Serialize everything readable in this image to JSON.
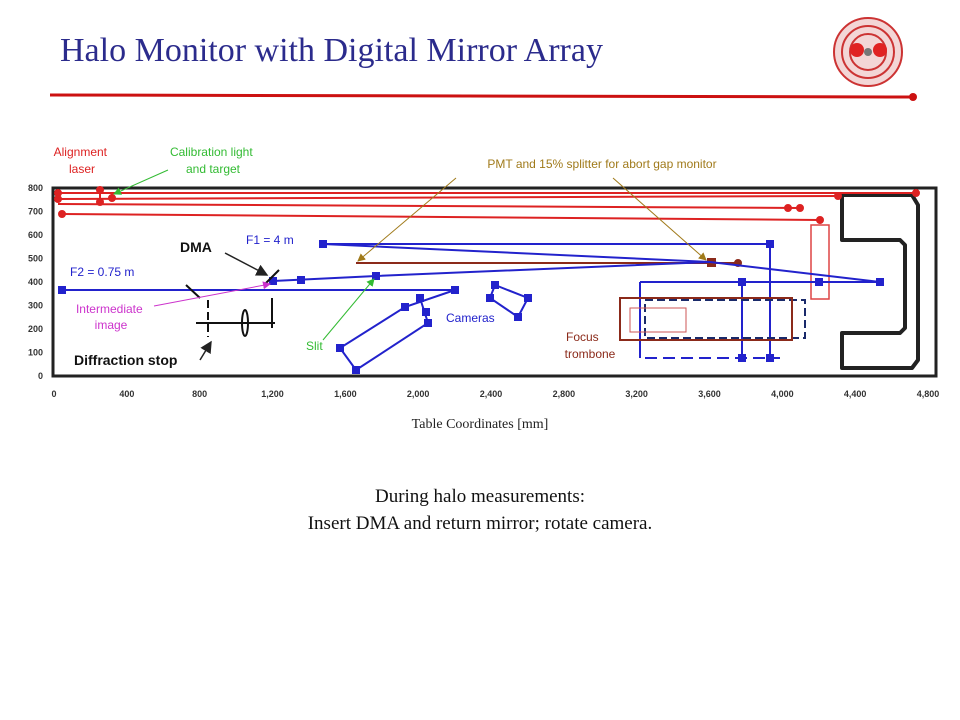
{
  "title": "Halo Monitor with Digital Mirror Array",
  "colors": {
    "title": "#2b2b8c",
    "rule": "#cc1111",
    "red_beam": "#dd2222",
    "blue_beam": "#2222cc",
    "brown": "#8b2a1a",
    "olive_label": "#a07a1a",
    "green_label": "#33bb33",
    "magenta_label": "#cc33cc",
    "frame": "#222222"
  },
  "labels": {
    "alignment_laser": [
      "Alignment",
      "laser"
    ],
    "calibration": [
      "Calibration light",
      "and target"
    ],
    "pmt": "PMT and 15% splitter for abort gap monitor",
    "dma": "DMA",
    "f1": "F1 = 4 m",
    "f2": "F2 = 0.75 m",
    "intermediate": [
      "Intermediate",
      "image"
    ],
    "diffraction_stop": "Diffraction stop",
    "slit": "Slit",
    "cameras": "Cameras",
    "focus_trombone": [
      "Focus",
      "trombone"
    ]
  },
  "axes": {
    "x_ticks": [
      "0",
      "400",
      "800",
      "1,200",
      "1,600",
      "2,000",
      "2,400",
      "2,800",
      "3,200",
      "3,600",
      "4,000",
      "4,400",
      "4,800"
    ],
    "y_ticks": [
      "0",
      "100",
      "200",
      "300",
      "400",
      "500",
      "600",
      "700",
      "800"
    ],
    "xlabel": "Table Coordinates [mm]"
  },
  "caption": {
    "line1": "During halo measurements:",
    "line2": "Insert DMA and return mirror; rotate camera."
  },
  "logo": {
    "name": "lab-logo-icon"
  }
}
